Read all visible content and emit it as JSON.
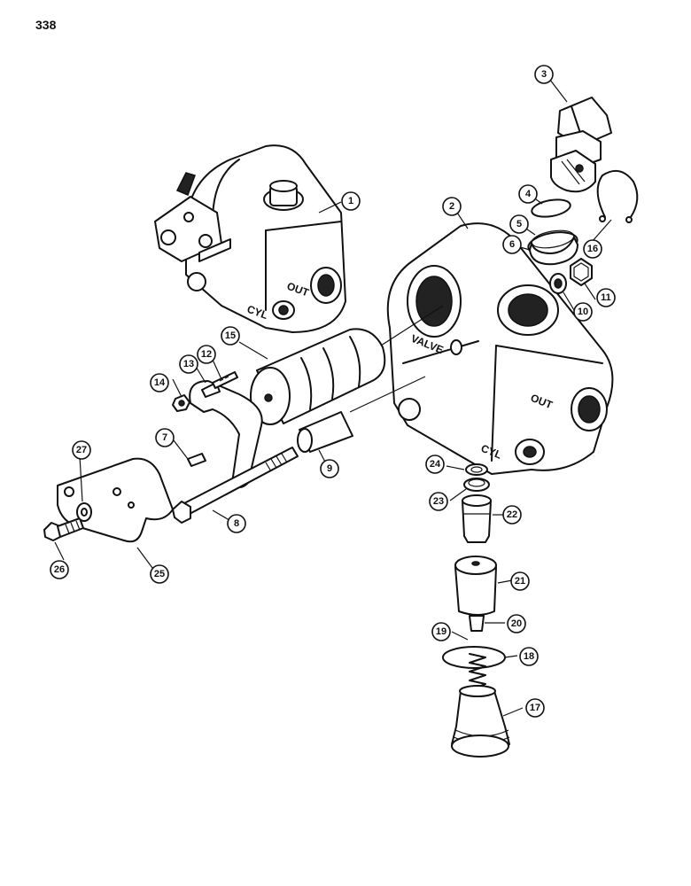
{
  "page": {
    "number": "338"
  },
  "stamps": {
    "out_a": "OUT",
    "cyl_a": "CYL",
    "valve": "VALVE",
    "out_b": "OUT",
    "cyl_b": "CYL"
  },
  "callouts": [
    "1",
    "2",
    "3",
    "4",
    "5",
    "6",
    "7",
    "8",
    "9",
    "10",
    "11",
    "12",
    "13",
    "14",
    "15",
    "16",
    "17",
    "18",
    "19",
    "20",
    "21",
    "22",
    "23",
    "24",
    "25",
    "26",
    "27"
  ]
}
